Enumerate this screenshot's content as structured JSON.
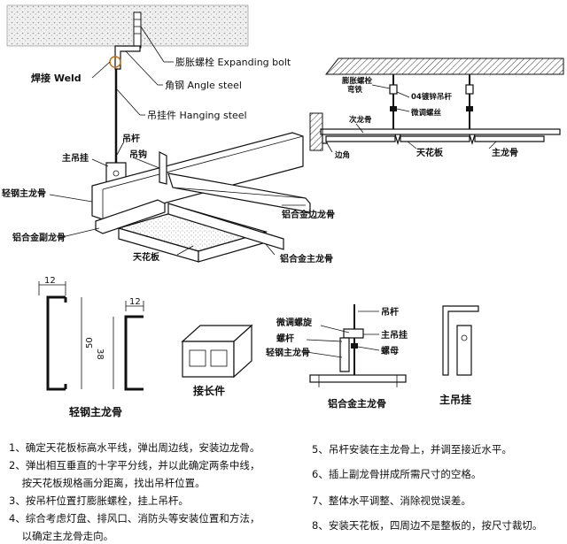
{
  "top_left": {
    "labels": {
      "weld": "焊接  Weld",
      "expanding_bolt": "膨胀螺栓  Expanding bolt",
      "angle_steel": "角钢  Angle steel",
      "hanging_steel": "吊挂件  Hanging steel",
      "hanger_rod": "吊杆",
      "hook": "吊钩",
      "main_hanger": "主吊挂",
      "light_steel_main_keel": "轻钢主龙骨",
      "al_edge_keel": "铝合金边龙骨",
      "al_secondary_keel": "铝合金副龙骨",
      "ceiling_panel": "天花板",
      "al_main_keel": "铝合金主龙骨"
    }
  },
  "top_right": {
    "labels": {
      "expansion_bolt_bracket": "膨胀螺栓\n弯铁",
      "galvanized_rod": "04镀锌吊杆",
      "fine_adjust_screw": "微调螺丝",
      "secondary_keel": "次龙骨",
      "edge_keel": "边角",
      "ceiling_panel": "天花板",
      "main_keel": "主龙骨"
    }
  },
  "details": {
    "keel_dim_top": "12",
    "keel_dim_height": "50",
    "keel2_dim_top": "12",
    "keel2_dim_height": "38",
    "light_steel_main_keel": "轻钢主龙骨",
    "connector": "接长件",
    "fine_adjust_spiral": "微调螺旋",
    "bolt": "螺杆",
    "light_steel_main_keel_2": "轻钢主龙骨",
    "hanger_rod": "吊杆",
    "main_hanger": "主吊挂",
    "nut": "螺母",
    "al_main_keel": "铝合金主龙骨",
    "main_hanger_2": "主吊挂"
  },
  "steps_left": [
    "1、确定天花板标高水平线，弹出周边线，安装边龙骨。",
    "2、弹出相互垂直的十字平分线，并以此确定两条中线，",
    "    按天花板规格画分距离，找出吊杆位置。",
    "3、按吊杆位置打膨胀螺栓，挂上吊杆。",
    "4、综合考虑灯盘、排风口、消防头等安装位置和方法，",
    "    以确定主龙骨走向。"
  ],
  "steps_right": [
    "5、吊杆安装在主龙骨上，并调至接近水平。",
    "6、插上副龙骨拼成所需尺寸的空格。",
    "7、整体水平调整、消除视觉误差。",
    "8、安装天花板，四周边不是整板的，按尺寸裁切。"
  ]
}
